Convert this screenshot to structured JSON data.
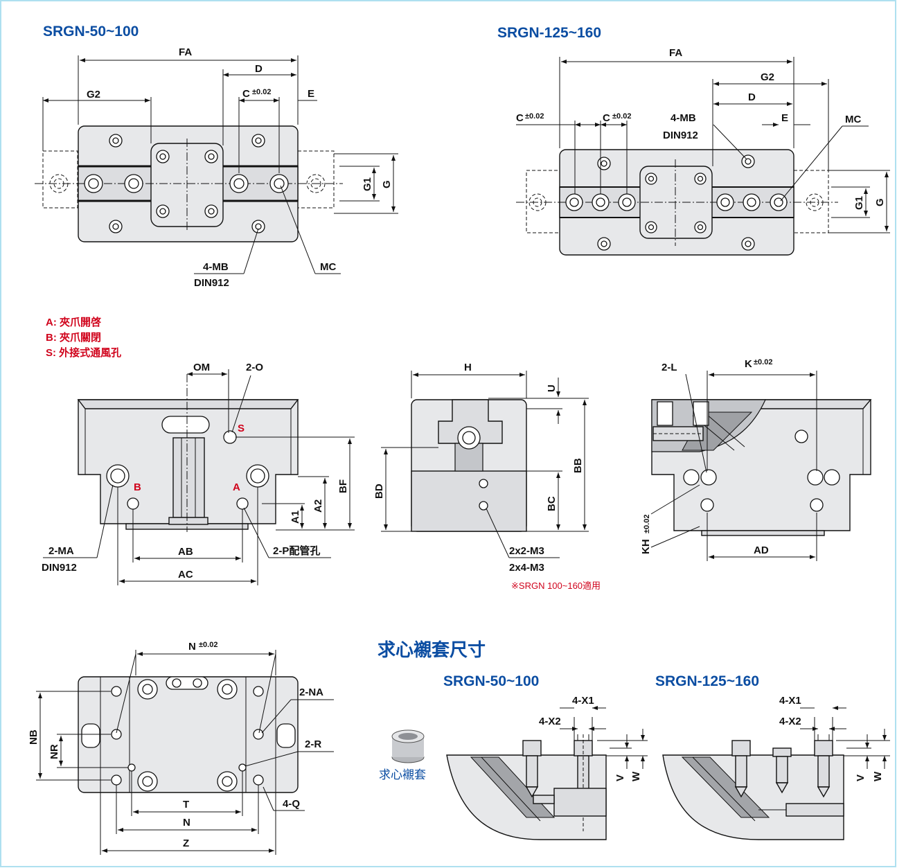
{
  "titles": {
    "srgn_small": "SRGN-50~100",
    "srgn_large": "SRGN-125~160",
    "sleeve_section": "求心襯套尺寸",
    "sleeve_small": "SRGN-50~100",
    "sleeve_large": "SRGN-125~160",
    "sleeve_caption": "求心襯套"
  },
  "legend": {
    "a": "A: 夾爪開啓",
    "b": "B: 夾爪關閉",
    "s": "S: 外接式通風孔"
  },
  "top_left_labels": {
    "fa": "FA",
    "d": "D",
    "g2": "G2",
    "c": "C",
    "tol": "±0.02",
    "e": "E",
    "g1": "G1",
    "g": "G",
    "mb": "4-MB",
    "din": "DIN912",
    "mc": "MC"
  },
  "top_right_labels": {
    "fa": "FA",
    "g2": "G2",
    "d": "D",
    "c1": "C",
    "c2": "C",
    "tol": "±0.02",
    "e": "E",
    "mb": "4-MB",
    "din": "DIN912",
    "mc": "MC",
    "g1": "G1",
    "g": "G"
  },
  "front_labels": {
    "om": "OM",
    "o": "2-O",
    "s": "S",
    "b": "B",
    "a": "A",
    "bf": "BF",
    "a2": "A2",
    "a1": "A1",
    "ab": "AB",
    "ac": "AC",
    "ma": "2-MA",
    "din": "DIN912",
    "p": "2-P配管孔"
  },
  "side_labels": {
    "h": "H",
    "u": "U",
    "bb": "BB",
    "bd": "BD",
    "bc": "BC",
    "m3a": "2x2-M3",
    "m3b": "2x4-M3",
    "note": "※SRGN  100~160適用"
  },
  "section_labels": {
    "l": "2-L",
    "k": "K",
    "tol": "±0.02",
    "kh": "KH",
    "ad": "AD"
  },
  "bottom_labels": {
    "n_top": "N",
    "tol": "±0.02",
    "na": "2-NA",
    "nb": "NB",
    "nr": "NR",
    "r": "2-R",
    "q": "4-Q",
    "t": "T",
    "n": "N",
    "z": "Z"
  },
  "sleeve_labels": {
    "x1": "4-X1",
    "x2": "4-X2",
    "v": "V",
    "w": "W"
  }
}
